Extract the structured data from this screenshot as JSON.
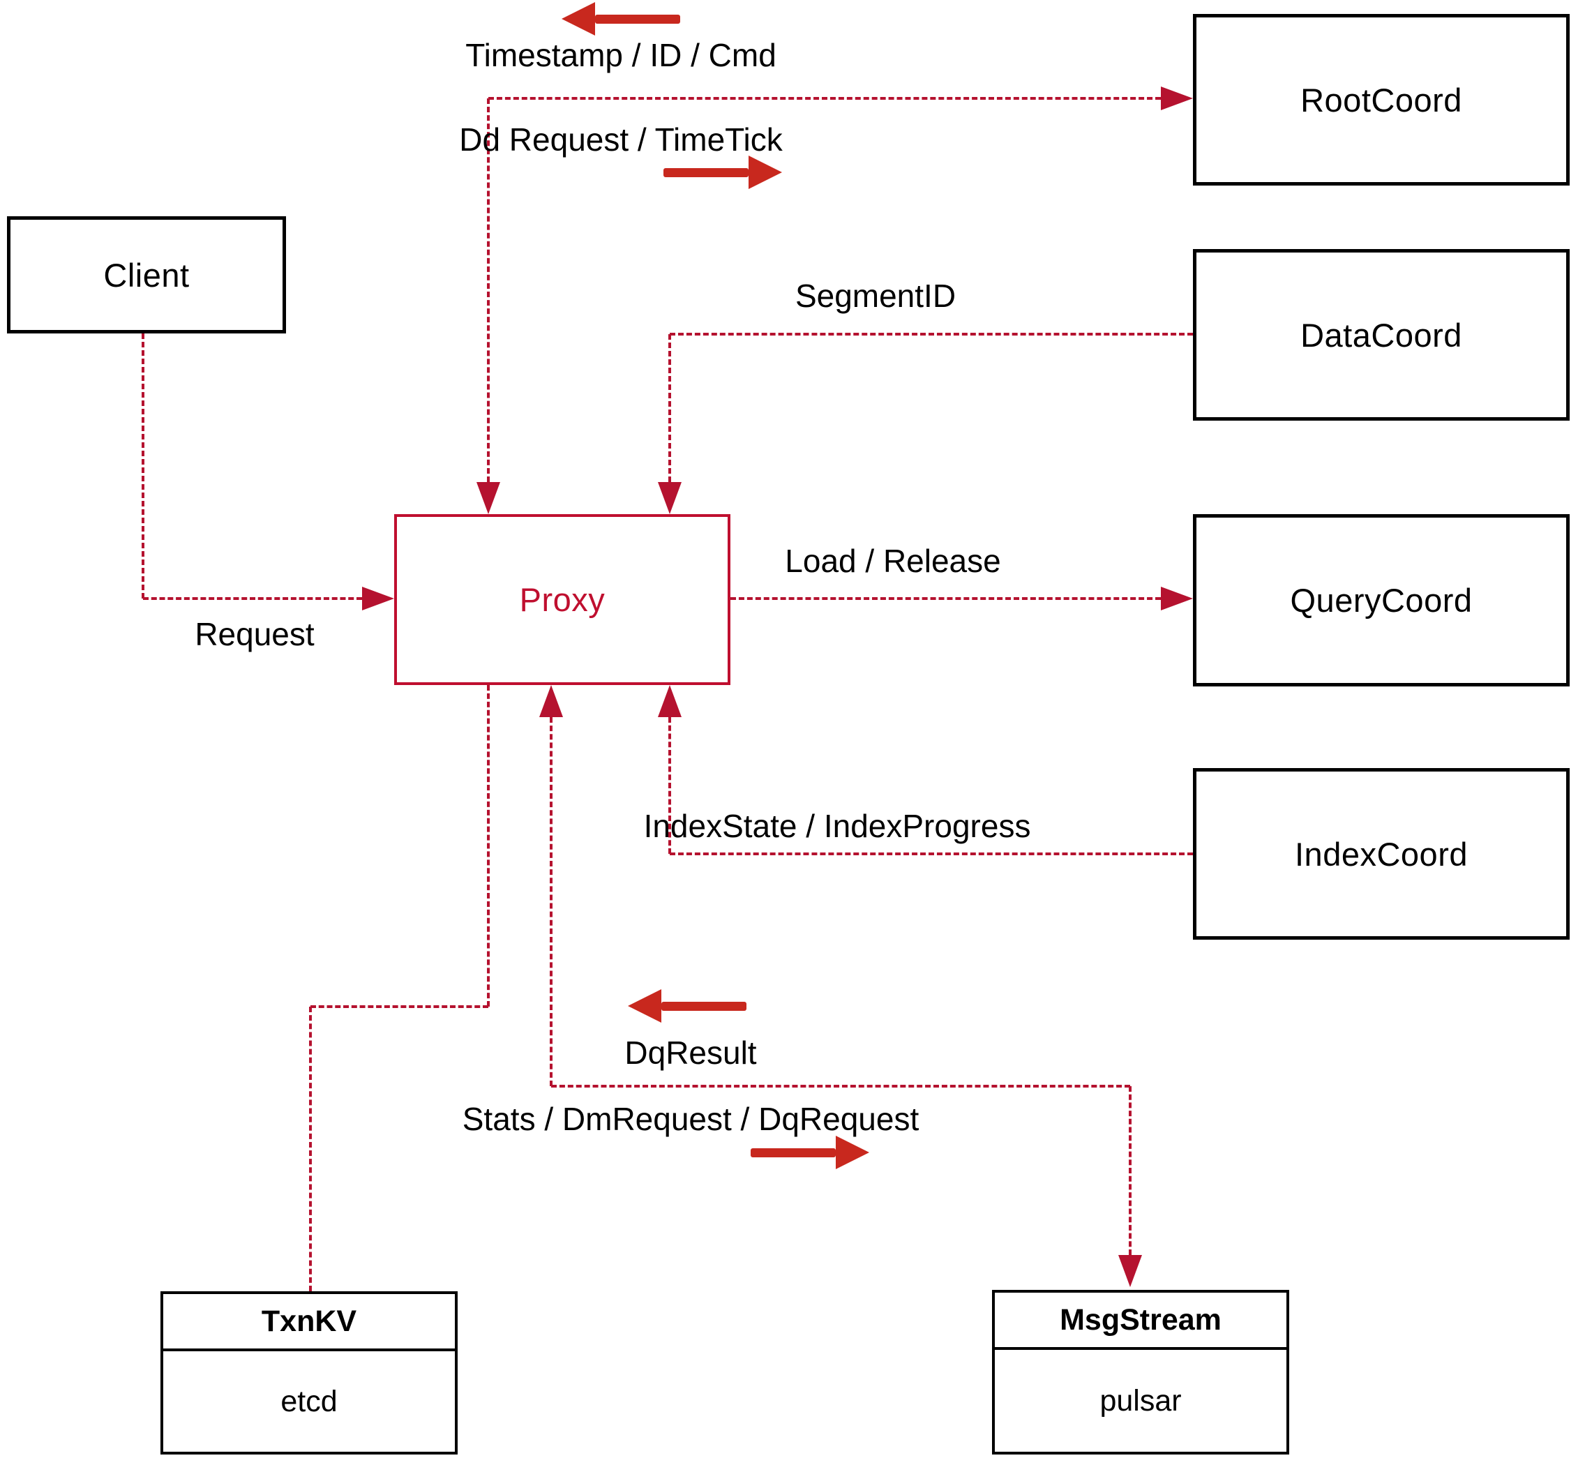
{
  "diagram": {
    "nodes": {
      "client": {
        "label": "Client"
      },
      "proxy": {
        "label": "Proxy"
      },
      "rootcoord": {
        "label": "RootCoord"
      },
      "datacoord": {
        "label": "DataCoord"
      },
      "querycoord": {
        "label": "QueryCoord"
      },
      "indexcoord": {
        "label": "IndexCoord"
      },
      "txnkv": {
        "title": "TxnKV",
        "subtitle": "etcd"
      },
      "msgstream": {
        "title": "MsgStream",
        "subtitle": "pulsar"
      }
    },
    "edge_labels": {
      "timestamp_id_cmd": "Timestamp / ID / Cmd",
      "dd_request_timetick": "Dd Request / TimeTick",
      "segment_id": "SegmentID",
      "request": "Request",
      "load_release": "Load / Release",
      "index_state": "IndexState / IndexProgress",
      "dq_result": "DqResult",
      "stats_dm_dq": "Stats / DmRequest / DqRequest"
    },
    "colors": {
      "connector": "#b5122f",
      "arrow": "#c8281e",
      "proxy_accent": "#bf0f2f",
      "box_border": "#000000",
      "text": "#000000",
      "background": "#ffffff"
    }
  }
}
